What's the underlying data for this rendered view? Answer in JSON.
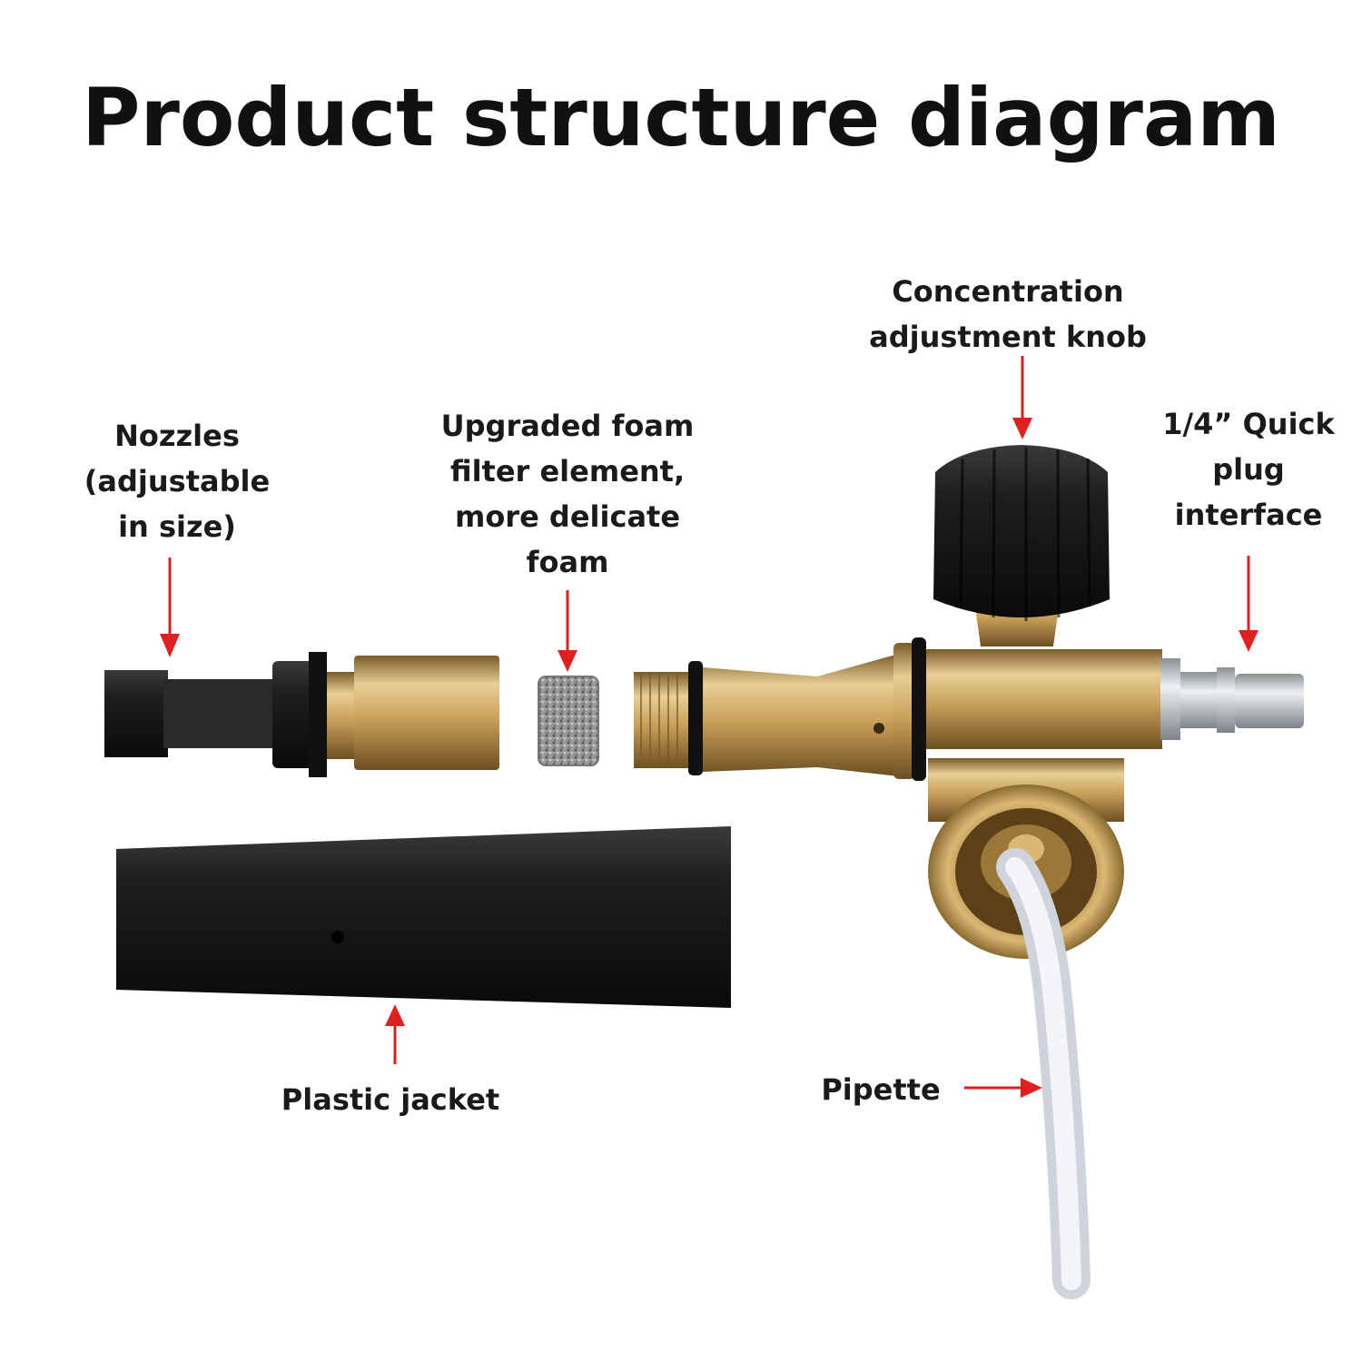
{
  "title": "Product structure diagram",
  "labels": {
    "nozzles": [
      "Nozzles",
      "(adjustable",
      "in size)"
    ],
    "filter": [
      "Upgraded foam",
      "filter element,",
      "more delicate",
      "foam"
    ],
    "knob": [
      "Concentration",
      "adjustment knob"
    ],
    "quick_plug": [
      "1/4” Quick",
      "plug",
      "interface"
    ],
    "jacket": "Plastic jacket",
    "pipette": "Pipette"
  },
  "colors": {
    "arrow": "#e02020",
    "brass": "#c9a05a",
    "black_plastic": "#1c1c1c",
    "steel": "#c8cdd2"
  }
}
